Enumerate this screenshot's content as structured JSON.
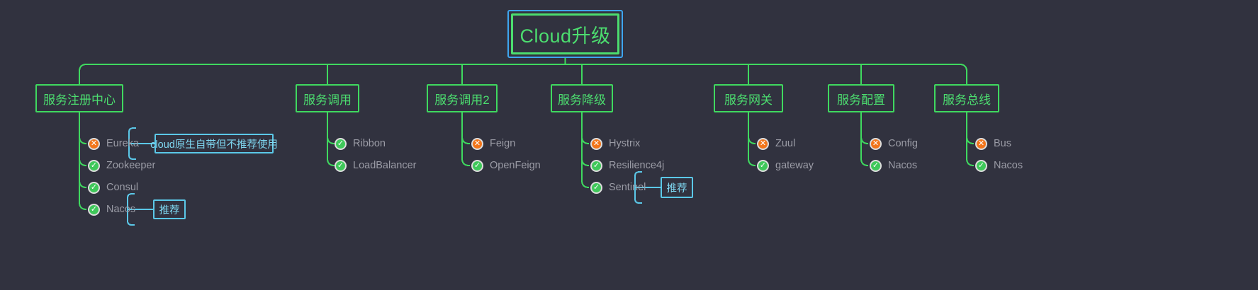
{
  "canvas": {
    "background": "#31323f",
    "line_color": "#3fd95f",
    "note_color": "#5bc8e8",
    "selection_color": "#3ea6f0",
    "node_text_color": "#4cdd6f",
    "leaf_text_color": "#9b9ca6"
  },
  "root": {
    "label": "Cloud升级",
    "selected": true
  },
  "branches": [
    {
      "title": "服务注册中心",
      "items": [
        {
          "label": "Eureka",
          "status": "deprecated",
          "icon": "cross-circle-icon",
          "note": "cloud原生自带但不推荐使用"
        },
        {
          "label": "Zookeeper",
          "status": "ok",
          "icon": "check-circle-icon",
          "note": null
        },
        {
          "label": "Consul",
          "status": "ok",
          "icon": "check-circle-icon",
          "note": null
        },
        {
          "label": "Nacos",
          "status": "ok",
          "icon": "check-circle-icon",
          "note": "推荐"
        }
      ]
    },
    {
      "title": "服务调用",
      "items": [
        {
          "label": "Ribbon",
          "status": "ok",
          "icon": "check-circle-icon",
          "note": null
        },
        {
          "label": "LoadBalancer",
          "status": "ok",
          "icon": "check-circle-icon",
          "note": null
        }
      ]
    },
    {
      "title": "服务调用2",
      "items": [
        {
          "label": "Feign",
          "status": "deprecated",
          "icon": "cross-circle-icon",
          "note": null
        },
        {
          "label": "OpenFeign",
          "status": "ok",
          "icon": "check-circle-icon",
          "note": null
        }
      ]
    },
    {
      "title": "服务降级",
      "items": [
        {
          "label": "Hystrix",
          "status": "deprecated",
          "icon": "cross-circle-icon",
          "note": null
        },
        {
          "label": "Resilience4j",
          "status": "ok",
          "icon": "check-circle-icon",
          "note": null
        },
        {
          "label": "Sentinel",
          "status": "ok",
          "icon": "check-circle-icon",
          "note": "推荐"
        }
      ]
    },
    {
      "title": "服务网关",
      "items": [
        {
          "label": "Zuul",
          "status": "deprecated",
          "icon": "cross-circle-icon",
          "note": null
        },
        {
          "label": "gateway",
          "status": "ok",
          "icon": "check-circle-icon",
          "note": null
        }
      ]
    },
    {
      "title": "服务配置",
      "items": [
        {
          "label": "Config",
          "status": "deprecated",
          "icon": "cross-circle-icon",
          "note": null
        },
        {
          "label": "Nacos",
          "status": "ok",
          "icon": "check-circle-icon",
          "note": null
        }
      ]
    },
    {
      "title": "服务总线",
      "items": [
        {
          "label": "Bus",
          "status": "deprecated",
          "icon": "cross-circle-icon",
          "note": null
        },
        {
          "label": "Nacos",
          "status": "ok",
          "icon": "check-circle-icon",
          "note": null
        }
      ]
    }
  ],
  "icon_glyphs": {
    "check-circle-icon": "✓",
    "cross-circle-icon": "✕"
  }
}
